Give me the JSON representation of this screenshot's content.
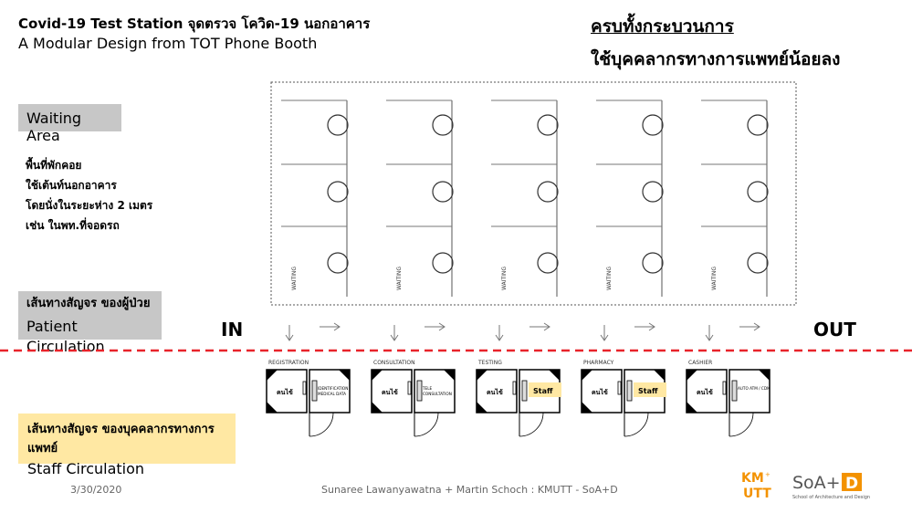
{
  "header": {
    "title": "Covid-19 Test Station จุดตรวจ โควิด-19 นอกอาคาร",
    "subtitle": "A Modular Design from TOT Phone Booth",
    "headline_line1": "ครบทั้งกระบวนการ",
    "headline_line2": "ใช้บุคคลากรทางการแพทย์น้อยลง"
  },
  "waiting": {
    "label": "Waiting Area",
    "notes": [
      "พื้นที่พักคอย",
      "ใช้เต้นท์นอกอาคาร",
      "โดยนั่งในระยะห่าง 2 เมตร",
      "เช่น ในพท.ที่จอดรถ"
    ],
    "zone_label": "WAITING"
  },
  "patient": {
    "thai": "เส้นทางสัญจร ของผู้ป่วย",
    "english": "Patient Circulation"
  },
  "staff": {
    "thai": "เส้นทางสัญจร ของบุคคลากรทางการแพทย์",
    "english": "Staff Circulation"
  },
  "flow": {
    "in": "IN",
    "out": "OUT"
  },
  "booths": [
    {
      "name": "REGISTRATION",
      "user_label": "คนไข้",
      "inner": [
        "IDENTIFICATION",
        "MEDICAL DATA"
      ],
      "inner_type": "text"
    },
    {
      "name": "CONSULTATION",
      "user_label": "คนไข้",
      "inner": [
        "TELE",
        "CONSULTATION"
      ],
      "inner_type": "text"
    },
    {
      "name": "TESTING",
      "user_label": "คนไข้",
      "inner": [
        "Staff"
      ],
      "inner_type": "staff"
    },
    {
      "name": "PHARMACY",
      "user_label": "คนไข้",
      "inner": [
        "Staff"
      ],
      "inner_type": "staff"
    },
    {
      "name": "CASHIER",
      "user_label": "คนไข้",
      "inner": [
        "AUTO ATM / CDM"
      ],
      "inner_type": "text"
    }
  ],
  "footer": {
    "date": "3/30/2020",
    "credit": "Sunaree Lawanyawatna + Martin Schoch : KMUTT - SoA+D",
    "logo_kmutt": "KM UTT",
    "logo_soad": "SoA+D",
    "logo_soad_sub": "School of Architecture and Design"
  },
  "colors": {
    "staff_fill": "#ffe8a3",
    "divider": "#e8232a",
    "tag_grey": "#c7c7c7",
    "logo_orange": "#f39200"
  }
}
